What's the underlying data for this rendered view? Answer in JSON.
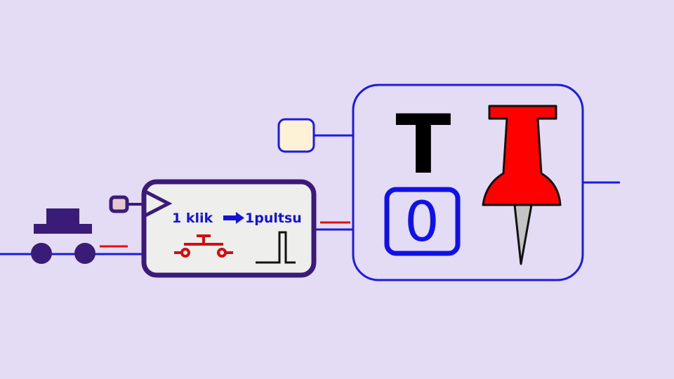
{
  "pulse_block": {
    "text_left": "1 klik",
    "text_right": "1pultsu"
  },
  "toggle_block": {
    "letter": "T",
    "counter_value": "0"
  },
  "colors": {
    "background": "#e4dcf5",
    "wire_blue": "#1c1ce0",
    "wire_red": "#e01010",
    "pulse_border": "#3a1c78",
    "pulse_fill": "#eeeeec",
    "toggle_border": "#1c1ce0",
    "pin_red": "#ff0000",
    "label_blue": "#1414d8"
  },
  "icons": [
    "push-button-icon",
    "pushbutton-symbol-icon",
    "pulse-waveform-icon",
    "pushpin-icon",
    "clock-input-triangle-icon"
  ]
}
